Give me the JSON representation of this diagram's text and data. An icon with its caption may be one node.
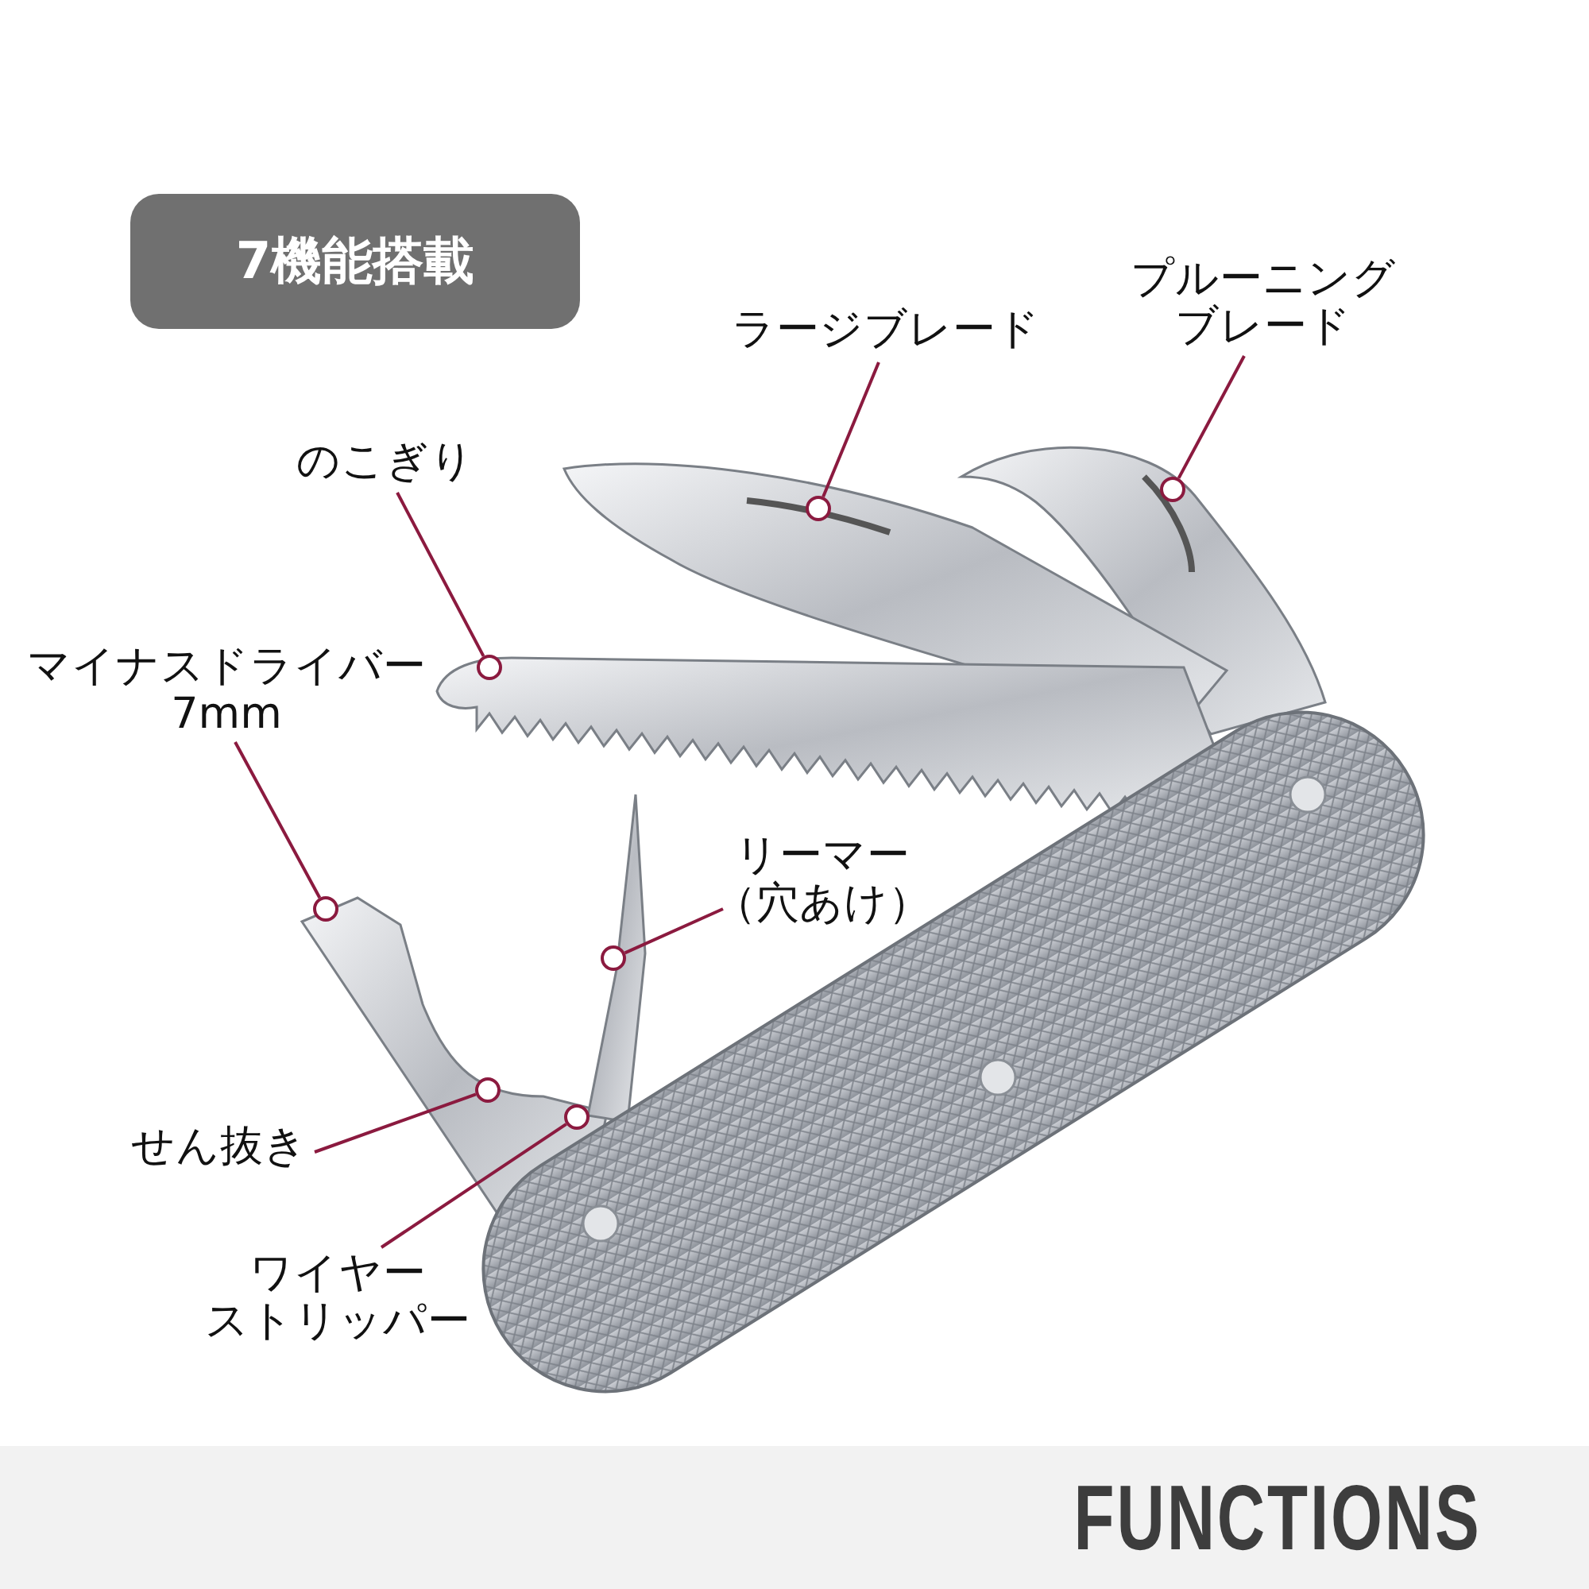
{
  "diagram": {
    "nodes": [
      {
        "text": [
          "7機能搭載"
        ]
      },
      {
        "text": [
          "ラージブレード"
        ]
      },
      {
        "text": [
          "プルーニングブレード"
        ]
      },
      {
        "text": [
          "のこぎり"
        ]
      },
      {
        "text": [
          "マイナスドライバー7mm"
        ]
      },
      {
        "text": [
          "リーマー（穴あけ）"
        ]
      },
      {
        "text": [
          "せん抜き"
        ]
      },
      {
        "text": [
          "ワイヤーストリッパー"
        ]
      },
      {
        "text": [],
        "shape": "circle"
      },
      {
        "text": [],
        "shape": "circle"
      },
      {
        "text": [],
        "shape": "circle"
      },
      {
        "text": [],
        "shape": "circle"
      },
      {
        "text": [],
        "shape": "circle"
      },
      {
        "text": [],
        "shape": "circle"
      },
      {
        "text": [],
        "shape": "circle"
      }
    ],
    "edges": [
      {
        "from": 1,
        "to": 13,
        "arrow": "none"
      },
      {
        "from": 2,
        "to": 14,
        "arrow": "none"
      },
      {
        "from": 3,
        "to": 10,
        "arrow": "none"
      },
      {
        "from": 4,
        "to": 8,
        "arrow": "none"
      },
      {
        "from": 5,
        "to": 12,
        "arrow": "none"
      },
      {
        "from": 6,
        "to": 9,
        "arrow": "none"
      },
      {
        "from": 7,
        "to": 11,
        "arrow": "none"
      }
    ],
    "labels": [
      "FUNCTIONS"
    ]
  }
}
